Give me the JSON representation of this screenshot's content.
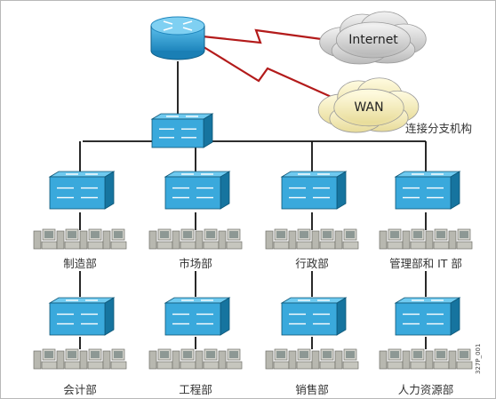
{
  "clouds": {
    "internet": "Internet",
    "wan": "WAN",
    "wan_branch": "连接分支机构"
  },
  "departments": [
    {
      "top": "制造部",
      "bottom": "会计部"
    },
    {
      "top": "市场部",
      "bottom": "工程部"
    },
    {
      "top": "行政部",
      "bottom": "销售部"
    },
    {
      "top": "管理部和 IT 部",
      "bottom": "人力资源部"
    }
  ],
  "figure_code": "327P_001",
  "colors": {
    "switch_face": "#3aa9dc",
    "switch_side": "#16749f",
    "router": "#2d9fd6",
    "wan_link": "#b31b1b",
    "lan_link": "#111111",
    "wan_cloud": "#f6efbf",
    "internet_cloud": "#dedede"
  },
  "icons": {
    "router": "router-icon",
    "switch": "switch-icon",
    "workstation": "workstation-icon"
  }
}
